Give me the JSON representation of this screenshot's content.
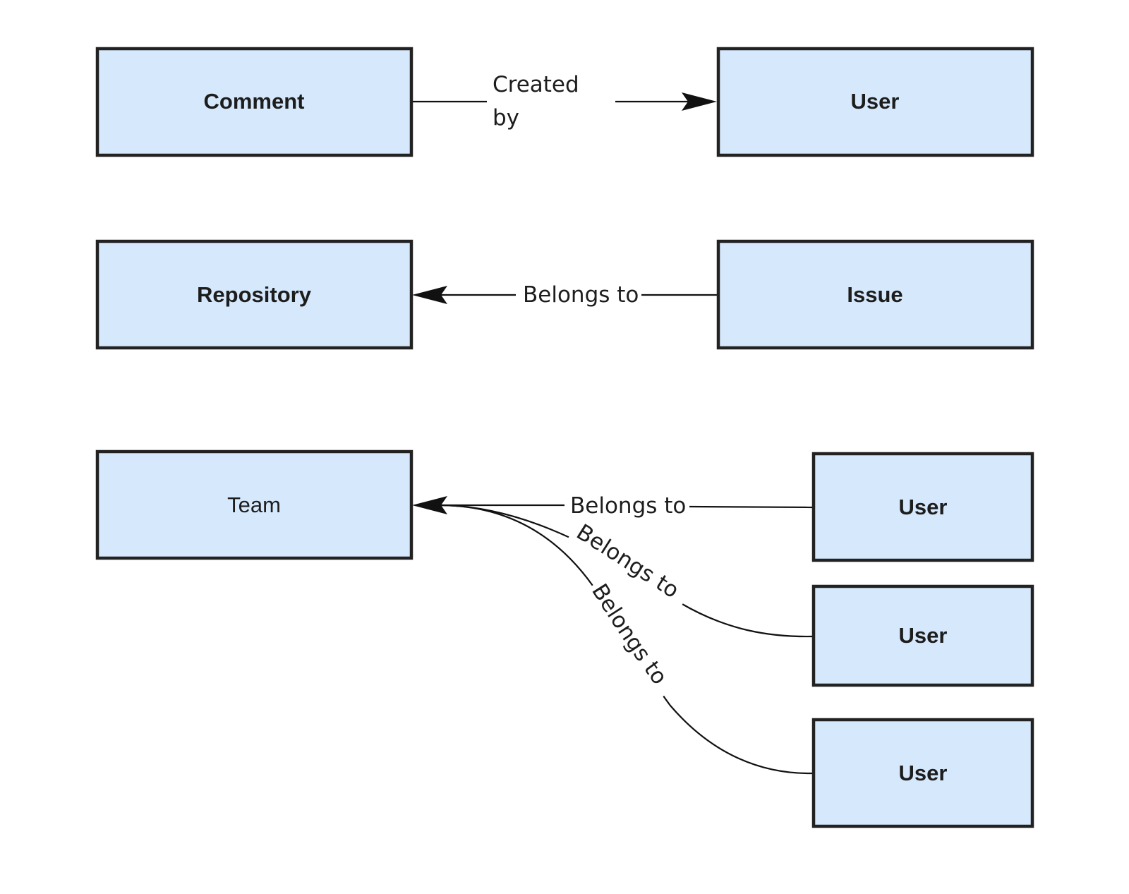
{
  "nodes": {
    "comment": {
      "label": "Comment"
    },
    "user_top": {
      "label": "User"
    },
    "repository": {
      "label": "Repository"
    },
    "issue": {
      "label": "Issue"
    },
    "team": {
      "label": "Team"
    },
    "user_1": {
      "label": "User"
    },
    "user_2": {
      "label": "User"
    },
    "user_3": {
      "label": "User"
    }
  },
  "edges": {
    "comment_user": {
      "label_line1": "Created",
      "label_line2": "by"
    },
    "issue_repository": {
      "label": "Belongs to"
    },
    "user1_team": {
      "label": "Belongs to"
    },
    "user2_team": {
      "label": "Belongs to"
    },
    "user3_team": {
      "label": "Belongs to"
    }
  },
  "colors": {
    "node_fill": "#d6e8fb",
    "node_border": "#222222",
    "edge": "#111111"
  }
}
